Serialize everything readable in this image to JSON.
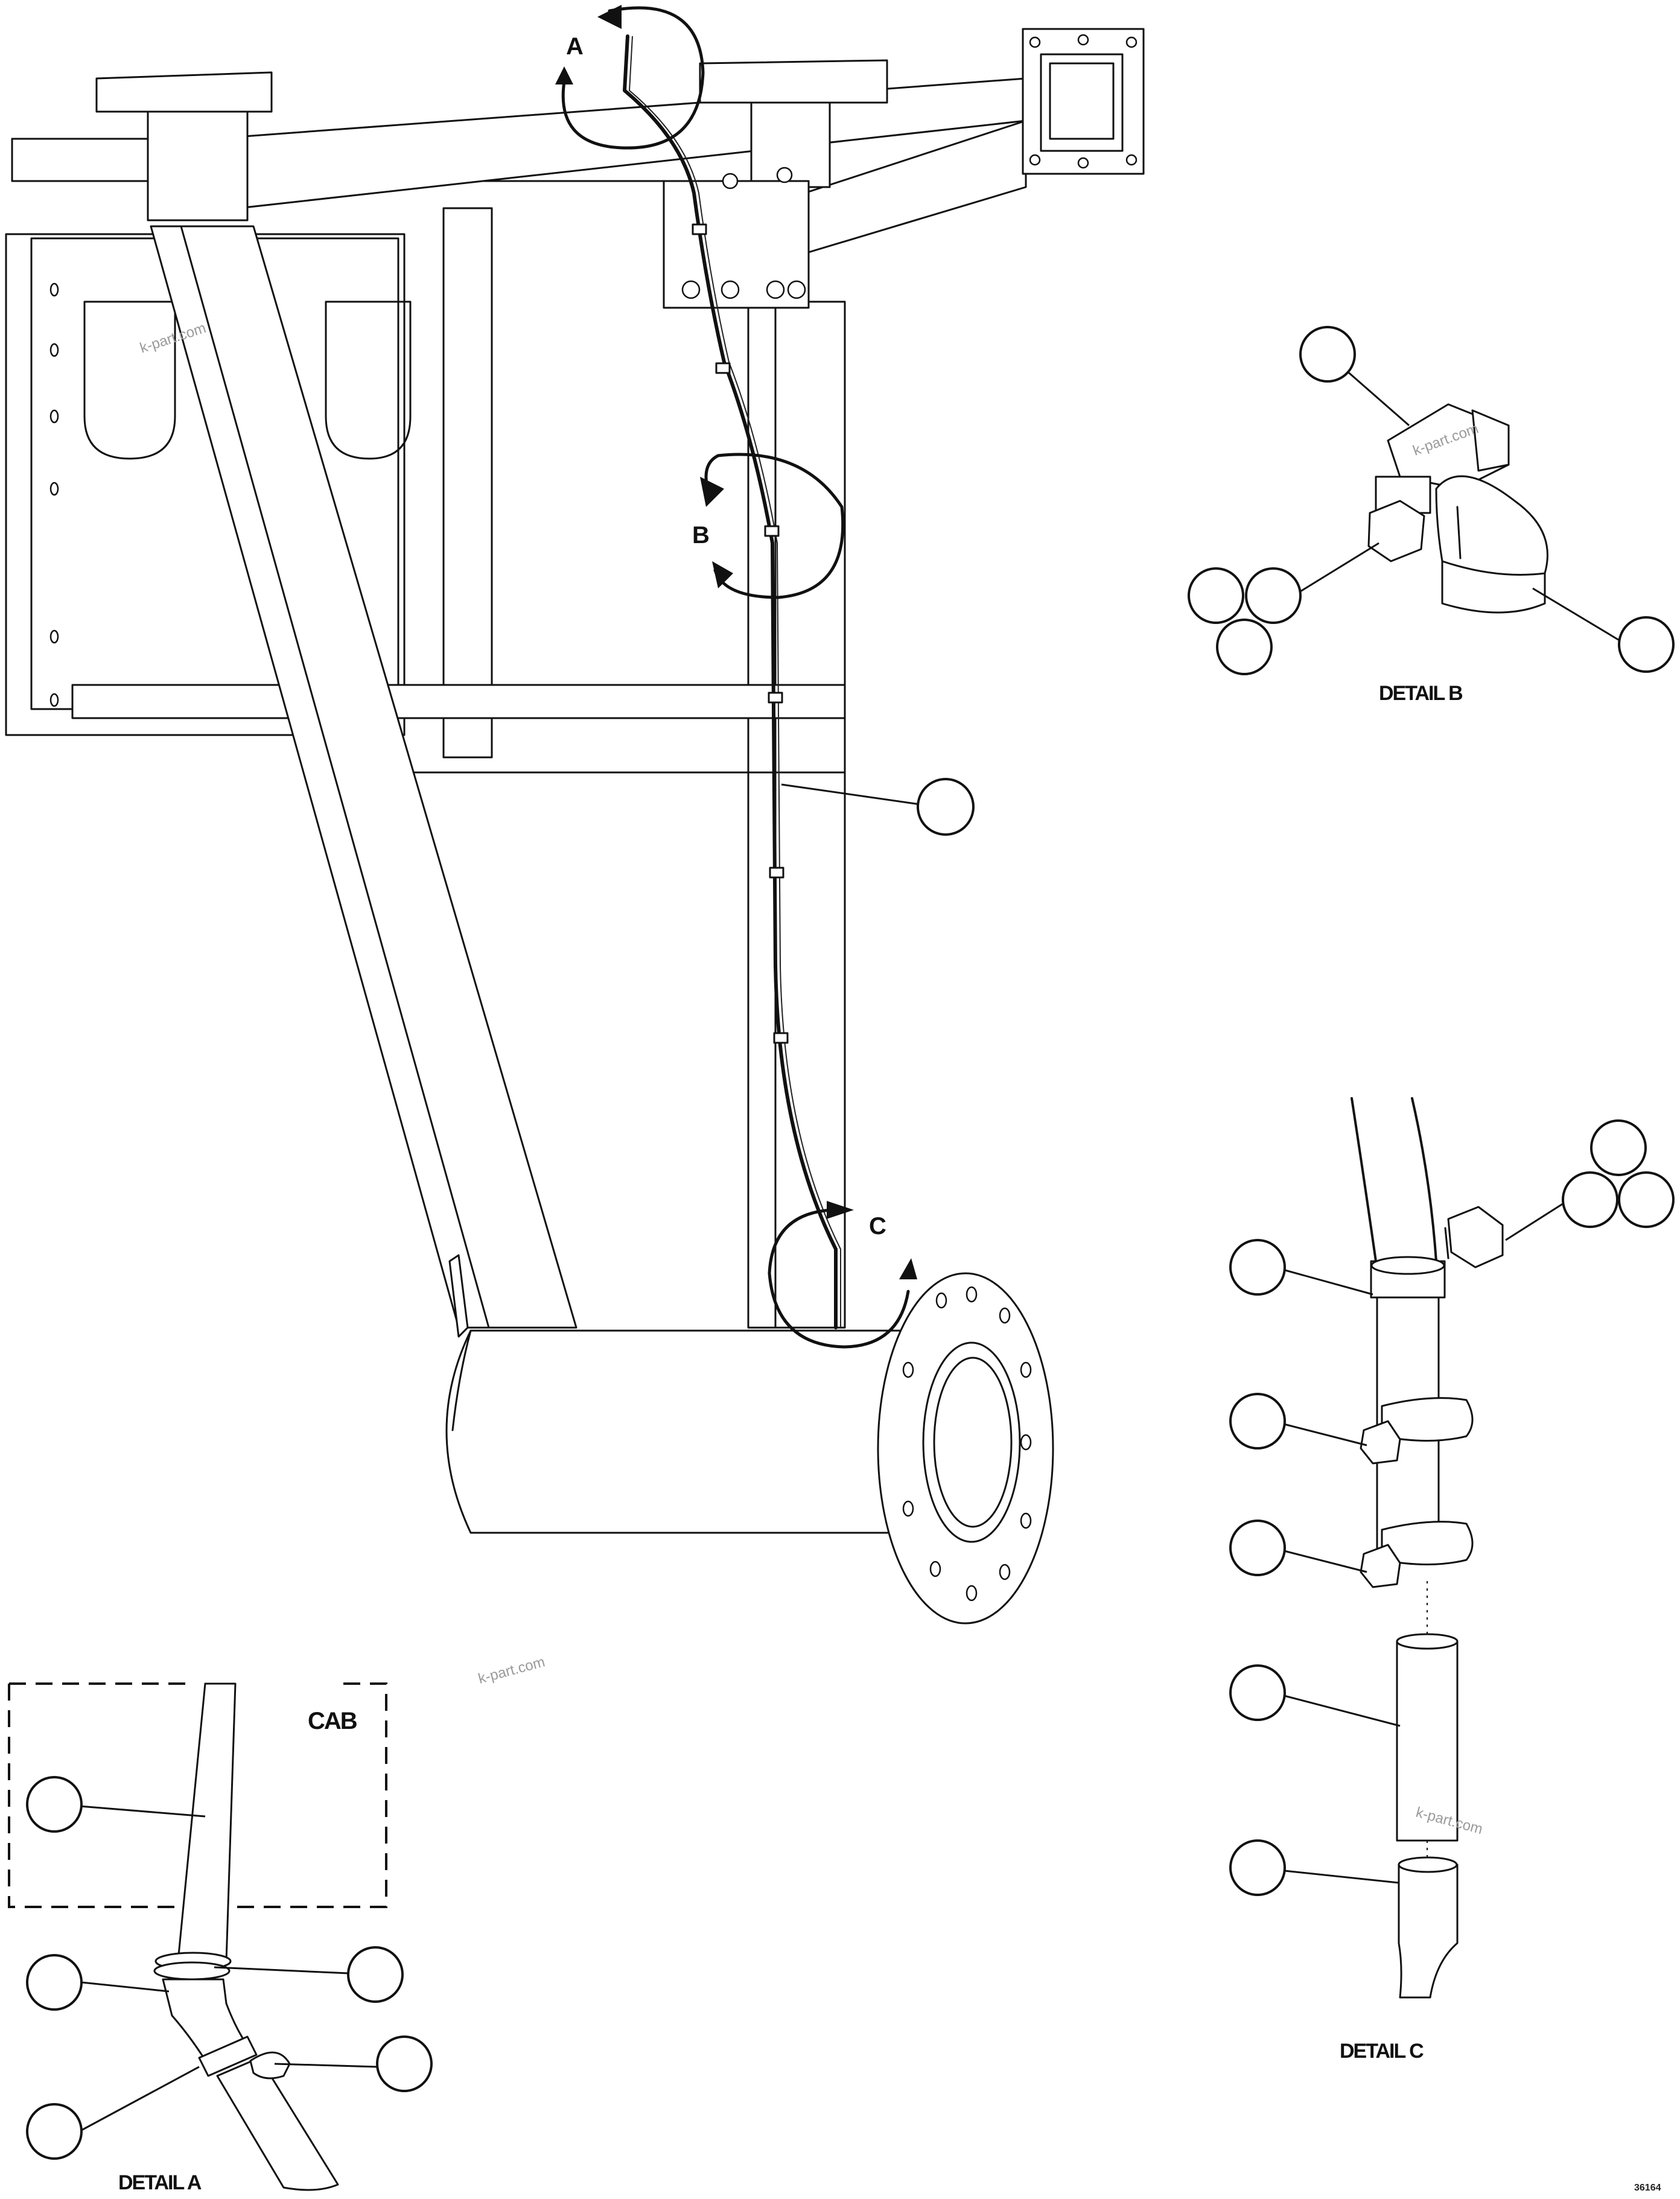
{
  "view_labels": {
    "a": "A",
    "b": "B",
    "c": "C"
  },
  "detail_titles": {
    "detail_a": "DETAIL A",
    "detail_b": "DETAIL B",
    "detail_c": "DETAIL C"
  },
  "cab_label": "CAB",
  "watermarks": [
    "k-part.com",
    "k-part.com",
    "k-part.com",
    "k-part.com"
  ],
  "drawing_code": "36164"
}
